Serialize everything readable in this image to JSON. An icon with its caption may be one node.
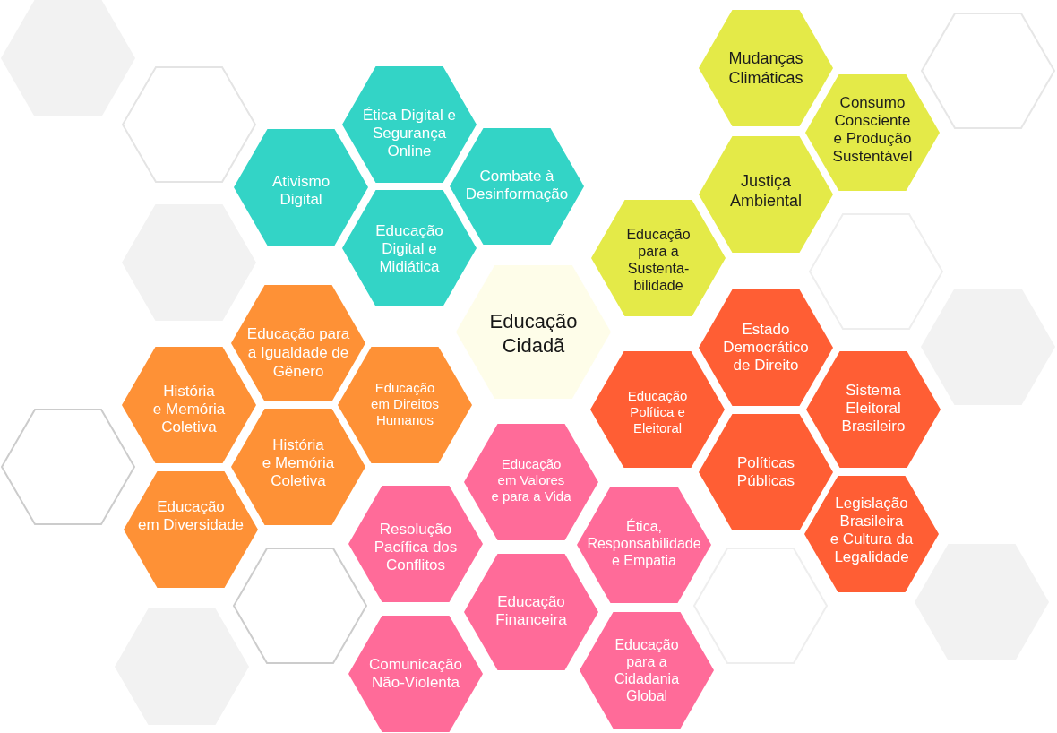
{
  "diagram": {
    "nodes": [
      {
        "text": [],
        "shape": "hexagon"
      },
      {
        "text": [
          "Mudanças Climáticas"
        ]
      },
      {
        "text": [],
        "shape": "hexagon"
      },
      {
        "text": [],
        "shape": "hexagon"
      },
      {
        "text": [
          "Ética Digital e Segurança Online"
        ]
      },
      {
        "text": [
          "Consumo Consciente e Produção Sustentável"
        ]
      },
      {
        "text": [
          "Ativismo Digital"
        ]
      },
      {
        "text": [
          "Combate à Desinformação"
        ]
      },
      {
        "text": [
          "Justiça Ambiental"
        ]
      },
      {
        "text": [],
        "shape": "hexagon"
      },
      {
        "text": [
          "Educação Digital e Midiática"
        ]
      },
      {
        "text": [
          "Educação para a Sustenta- bilidade"
        ]
      },
      {
        "text": [],
        "shape": "hexagon"
      },
      {
        "text": [
          "Educação para a Igualdade de Gênero"
        ]
      },
      {
        "text": [
          "Educação Cidadã"
        ]
      },
      {
        "text": [
          "Estado Democrático de Direito"
        ]
      },
      {
        "text": [],
        "shape": "hexagon"
      },
      {
        "text": [
          "História e Memória Coletiva"
        ]
      },
      {
        "text": [
          "Educação em Direitos Humanos"
        ]
      },
      {
        "text": [
          "Educação Política e Eleitoral"
        ]
      },
      {
        "text": [
          "Sistema Eleitoral Brasileiro"
        ]
      },
      {
        "text": [],
        "shape": "hexagon"
      },
      {
        "text": [
          "História e Memória Coletiva"
        ]
      },
      {
        "text": [
          "Educação em Valores e para a Vida"
        ]
      },
      {
        "text": [
          "Políticas Públicas"
        ]
      },
      {
        "text": [
          "Educação em Diversidade"
        ]
      },
      {
        "text": [
          "Resolução Pacífica dos Conflitos"
        ]
      },
      {
        "text": [
          "Ética, Responsabilidade e Empatia"
        ]
      },
      {
        "text": [
          "Legislação Brasileira e Cultura da Legalidade"
        ]
      },
      {
        "text": [],
        "shape": "hexagon"
      },
      {
        "text": [
          "Educação Financeira"
        ]
      },
      {
        "text": [],
        "shape": "hexagon"
      },
      {
        "text": [],
        "shape": "hexagon"
      },
      {
        "text": [],
        "shape": "hexagon"
      },
      {
        "text": [
          "Comunicação Não-Violenta"
        ]
      },
      {
        "text": [
          "Educação para a Cidadania Global"
        ]
      }
    ]
  }
}
